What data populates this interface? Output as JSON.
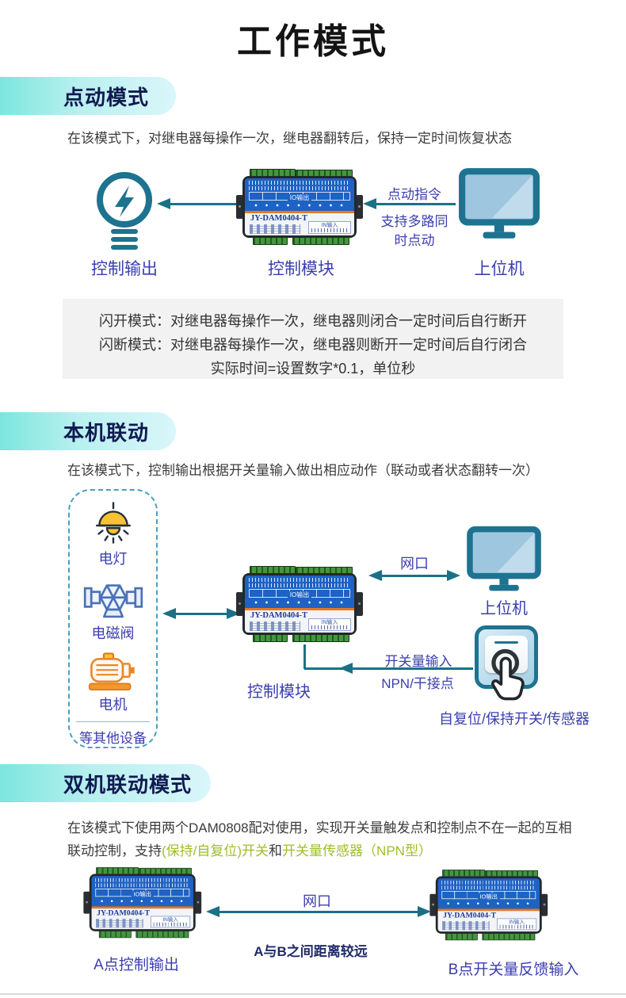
{
  "title": "工作模式",
  "module": {
    "title": "JY-DAM0404-T",
    "io_label": "IO输出",
    "in_label": "IN输入"
  },
  "colors": {
    "accent_teal": "#1B7086",
    "label_blue": "#3B3EAE",
    "heading_navy": "#101A50",
    "pill_gradient_start": "#7CE6DD",
    "pill_gradient_end": "#DAF6FA",
    "highlight_green": "#9DBF27",
    "note_bg": "#F2F2F2",
    "module_blue": "#1E62C4",
    "module_orange": "#E8781E",
    "terminal_green": "#46953F",
    "distance_navy": "#1D2A69"
  },
  "icons": {
    "bulb": "lightning-bulb-icon",
    "monitor": "monitor-icon",
    "lamp": "ceiling-lamp-icon",
    "valve": "solenoid-valve-icon",
    "motor": "motor-icon",
    "touch": "touch-switch-icon"
  },
  "section1": {
    "heading": "点动模式",
    "description": "在该模式下，对继电器每操作一次，继电器翻转后，保持一定时间恢复状态",
    "output_label": "控制输出",
    "module_label": "控制模块",
    "pc_label": "上位机",
    "cmd_label": "点动指令",
    "multi_line1": "支持多路同",
    "multi_line2": "时点动",
    "note_line1": "闪开模式：对继电器每操作一次，继电器则闭合一定时间后自行断开",
    "note_line2": "闪断模式：对继电器每操作一次，继电器则断开一定时间后自行闭合",
    "note_line3": "实际时间=设置数字*0.1，单位秒"
  },
  "section2": {
    "heading": "本机联动",
    "description": "在该模式下，控制输出根据开关量输入做出相应动作（联动或者状态翻转一次）",
    "lamp_label": "电灯",
    "valve_label": "电磁阀",
    "motor_label": "电机",
    "others_label": "等其他设备",
    "module_label": "控制模块",
    "pc_label": "上位机",
    "net_label": "网口",
    "di_line1": "开关量输入",
    "di_line2": "NPN/干接点",
    "switch_label": "自复位/保持开关/传感器"
  },
  "section3": {
    "heading": "双机联动模式",
    "desc_text1": "在该模式下使用两个DAM0808配对使用，实现开关量触发点和控制点不在一起的互相联动控制，支持",
    "desc_green1": "(保持/自复位)开关",
    "desc_text2": "和",
    "desc_green2": "开关量传感器（NPN型）",
    "net_label": "网口",
    "distance_label": "A与B之间距离较远",
    "module_a_label": "A点控制输出",
    "module_b_label": "B点开关量反馈输入"
  }
}
